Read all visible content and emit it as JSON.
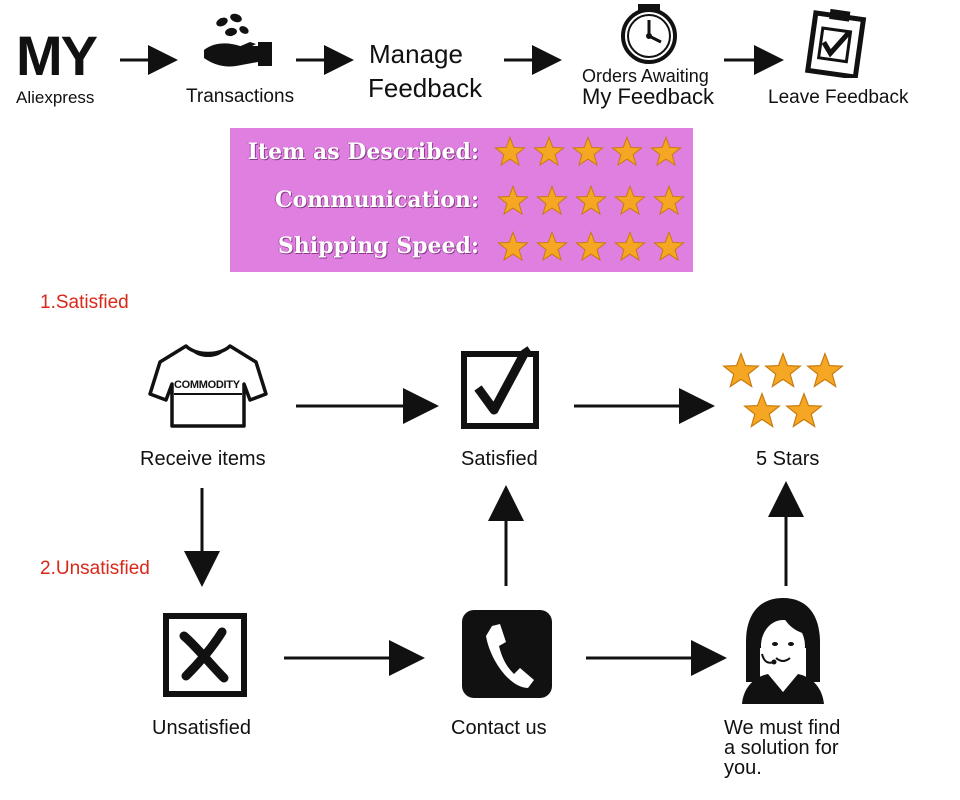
{
  "top_flow": {
    "my": "MY",
    "my_sub": "Aliexpress",
    "transactions": "Transactions",
    "manage_1": "Manage",
    "manage_2": "Feedback",
    "orders_1": "Orders Awaiting",
    "orders_2": "My Feedback",
    "leave": "Leave Feedback"
  },
  "ratings": {
    "rows": [
      {
        "label": "Item as Described:",
        "stars": 5
      },
      {
        "label": "Communication:",
        "stars": 5
      },
      {
        "label": "Shipping Speed:",
        "stars": 5
      }
    ],
    "star_color": "#f5a623",
    "box_color": "#df7fe0"
  },
  "sections": {
    "satisfied": "1.Satisfied",
    "unsatisfied": "2.Unsatisfied",
    "color": "#d8281a"
  },
  "flow": {
    "commodity_tag": "COMMODITY",
    "receive": "Receive items",
    "satisfied": "Satisfied",
    "five_stars": "5 Stars",
    "unsatisfied": "Unsatisfied",
    "contact": "Contact us",
    "solution_1": "We must find",
    "solution_2": "a solution for",
    "solution_3": "you."
  }
}
